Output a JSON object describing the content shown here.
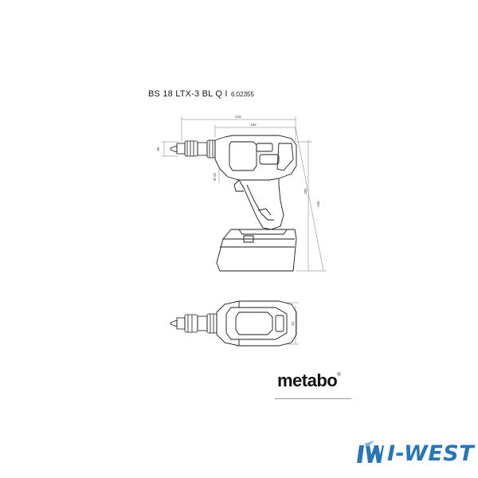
{
  "header": {
    "model": "BS 18 LTX-3 BL Q I",
    "part_number": "6.02355"
  },
  "dimensions": {
    "overall_length": "215",
    "head_length": "154",
    "chuck_height": "68",
    "neck_diameter": "Ø 43",
    "height": "205",
    "diagonal": "246",
    "top_width": "81"
  },
  "brand": {
    "name": "metabo",
    "mark": "®"
  },
  "watermark": {
    "text": "I-WEST",
    "logo_icon": "iw-logo-icon",
    "color": "#2a74b8"
  },
  "colors": {
    "line": "#1a1a1a",
    "dim_line": "#777777"
  }
}
